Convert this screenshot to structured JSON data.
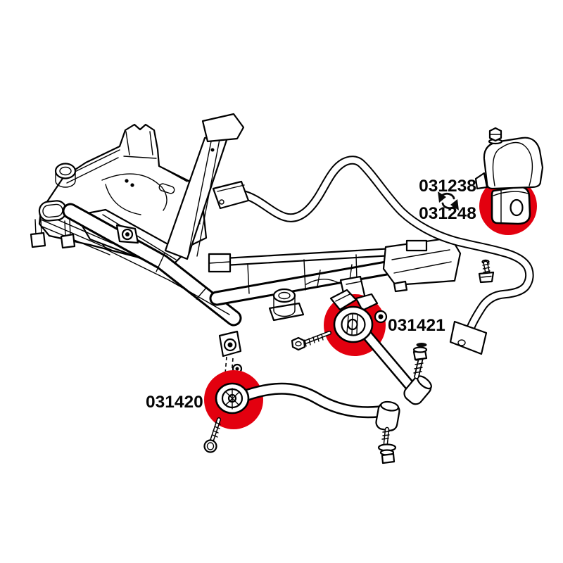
{
  "diagram": {
    "kind": "car-front-suspension-parts-diagram",
    "subject": "front subframe with stabilizer bar, stabilizer bushing clamp, and two lower control arms",
    "background_color": "#ffffff",
    "line_color": "#000000",
    "highlight_color": "#e3000f",
    "highlight_shape": "filled-circle",
    "highlights": [
      {
        "target": "stabilizer-bar-bushing"
      },
      {
        "target": "rear-lower-arm-inner-bushing"
      },
      {
        "target": "front-lower-arm-inner-bushing"
      }
    ],
    "part_labels": {
      "stabilizer_bushing_options": [
        "031238",
        "031248"
      ],
      "rear_arm_bushing": "031421",
      "front_arm_bushing": "031420"
    },
    "icons": {
      "interchange": "circular-arrows"
    }
  }
}
